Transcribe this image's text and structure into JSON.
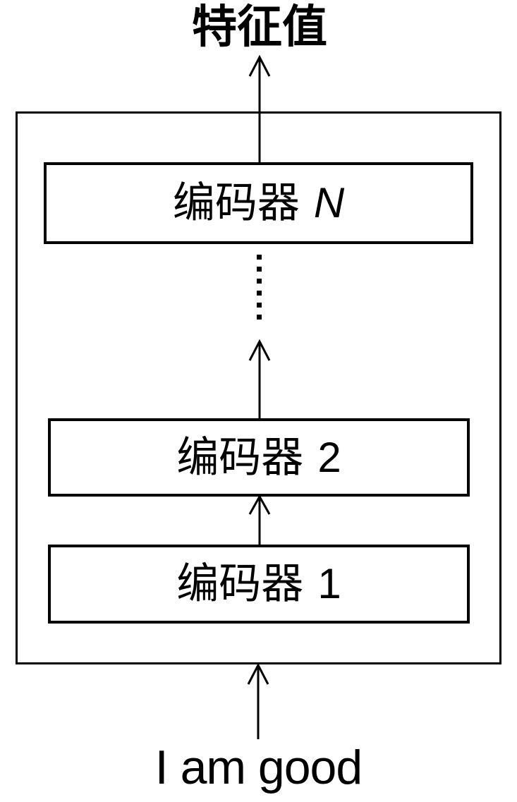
{
  "diagram": {
    "output_label": "特征值",
    "input_label": "I am good",
    "encoders": [
      {
        "prefix": "编码器",
        "suffix": "N"
      },
      {
        "prefix": "编码器",
        "suffix": "2"
      },
      {
        "prefix": "编码器",
        "suffix": "1"
      }
    ],
    "icons": {
      "arrow_up": "vertical line with open chevron head",
      "vertical_ellipsis": "dotted vertical line"
    },
    "colors": {
      "stroke": "#000000",
      "background": "#ffffff",
      "box_fill": "#ffffff"
    }
  }
}
